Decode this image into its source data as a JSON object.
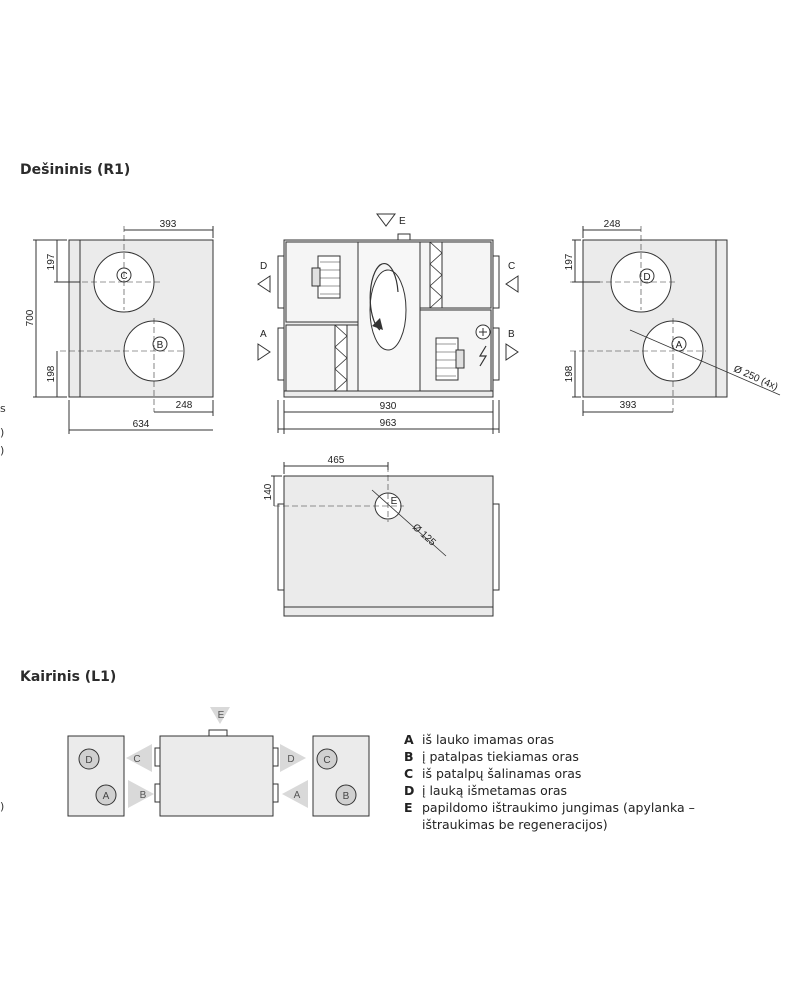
{
  "sections": {
    "right": {
      "title": "Dešininis (R1)"
    },
    "left": {
      "title": "Kairinis (L1)"
    }
  },
  "dimensions": {
    "w393": "393",
    "w248": "248",
    "w634": "634",
    "h197": "197",
    "h700": "700",
    "h198": "198",
    "w930": "930",
    "w963": "963",
    "w465": "465",
    "h140": "140",
    "d125": "Ø 125",
    "d250": "Ø 250 (4x)"
  },
  "ports": {
    "A": "A",
    "B": "B",
    "C": "C",
    "D": "D",
    "E": "E"
  },
  "legend": [
    {
      "key": "A",
      "text": "iš lauko imamas oras"
    },
    {
      "key": "B",
      "text": "į patalpas tiekiamas oras"
    },
    {
      "key": "C",
      "text": "iš patalpų šalinamas oras"
    },
    {
      "key": "D",
      "text": "į lauką išmetamas oras"
    },
    {
      "key": "E",
      "text": "papildomo ištraukimo jungimas (apylanka – ištraukimas be regeneracijos)"
    }
  ],
  "edge_marks": [
    "s",
    ")",
    ")",
    ")"
  ],
  "colors": {
    "body_fill": "#ebebeb",
    "line": "#333333",
    "arrow_fill": "#d9d9d9"
  }
}
